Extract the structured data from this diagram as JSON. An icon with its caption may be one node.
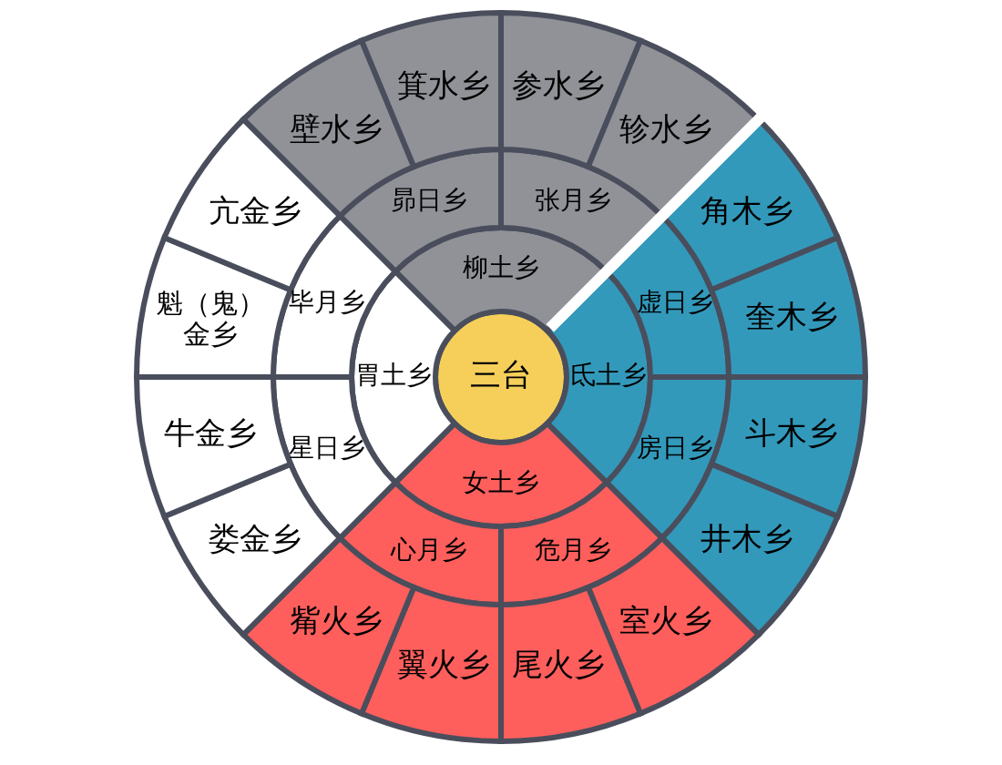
{
  "diagram": {
    "nodes": [
      {
        "text": [
          "三台"
        ]
      },
      {
        "text": [
          "柳土乡"
        ]
      },
      {
        "text": [
          "氐土乡"
        ]
      },
      {
        "text": [
          "女土乡"
        ]
      },
      {
        "text": [
          "胃土乡"
        ]
      },
      {
        "text": [
          "昴日乡"
        ]
      },
      {
        "text": [
          "张月乡"
        ]
      },
      {
        "text": [
          "虚日乡"
        ]
      },
      {
        "text": [
          "房日乡"
        ]
      },
      {
        "text": [
          "危月乡"
        ]
      },
      {
        "text": [
          "心月乡"
        ]
      },
      {
        "text": [
          "星日乡"
        ]
      },
      {
        "text": [
          "毕月乡"
        ]
      },
      {
        "text": [
          "壁水乡"
        ]
      },
      {
        "text": [
          "箕水乡"
        ]
      },
      {
        "text": [
          "参水乡"
        ]
      },
      {
        "text": [
          "轸水乡"
        ]
      },
      {
        "text": [
          "角木乡"
        ]
      },
      {
        "text": [
          "奎木乡"
        ]
      },
      {
        "text": [
          "斗木乡"
        ]
      },
      {
        "text": [
          "井木乡"
        ]
      },
      {
        "text": [
          "室火乡"
        ]
      },
      {
        "text": [
          "尾火乡"
        ]
      },
      {
        "text": [
          "翼火乡"
        ]
      },
      {
        "text": [
          "觜火乡"
        ]
      },
      {
        "text": [
          "娄金乡"
        ]
      },
      {
        "text": [
          "牛金乡"
        ]
      },
      {
        "text": [
          "魁（鬼）金乡"
        ]
      },
      {
        "text": [
          "亢金乡"
        ]
      }
    ]
  }
}
